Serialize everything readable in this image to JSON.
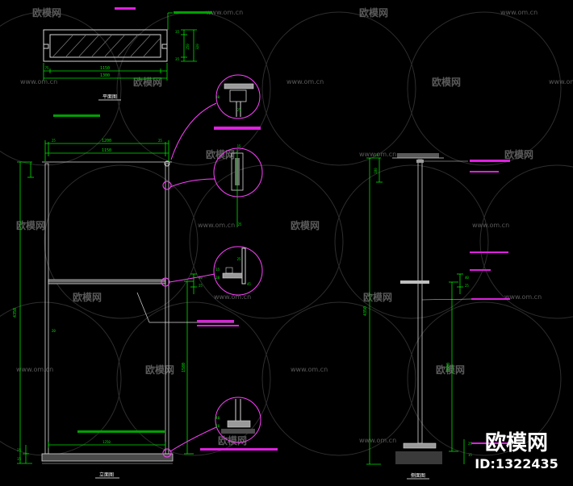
{
  "colors": {
    "background": "#000000",
    "dimension": "#00e000",
    "outline": "#d9d9d9",
    "callout": "#e020e0",
    "leader": "#ff40ff",
    "label": "#ffffff",
    "watermark": "#5a5a5a"
  },
  "watermark": {
    "brand": "欧模网",
    "url": "www.om.cn",
    "brand_large": "欧模网",
    "id_text": "ID:1322435"
  },
  "views": {
    "plan_title": "平面图",
    "front_title": "立面图",
    "side_title": "侧面图"
  },
  "plan_dims": {
    "width_outer": "1300",
    "width_inner": "1150",
    "side_left": "75",
    "height_total": "320",
    "height_a": "35",
    "height_b": "250",
    "height_c": "35"
  },
  "front_dims": {
    "width_outer": "1200",
    "width_inner": "1150",
    "left_post": "25",
    "right_post": "25",
    "total_height": "4350",
    "upper_height": "1580",
    "shelf_a": "40",
    "shelf_b": "25",
    "mid_label": "20",
    "base_a": "25",
    "base_b": "15",
    "base_width": "1250"
  },
  "detail_dims": {
    "d1_a": "30",
    "d1_b": "25",
    "d2_top": "15",
    "d2_side": "25",
    "d3_a": "25",
    "d3_b": "15",
    "d3_c": "20",
    "d3_d": "45",
    "d4_a": "40",
    "d4_b": "20"
  },
  "side_dims": {
    "top": "25",
    "upper": "180",
    "total": "4350",
    "shelf_a": "40",
    "shelf_b": "25",
    "lower": "1580",
    "base_a": "25",
    "base_b": "15"
  }
}
